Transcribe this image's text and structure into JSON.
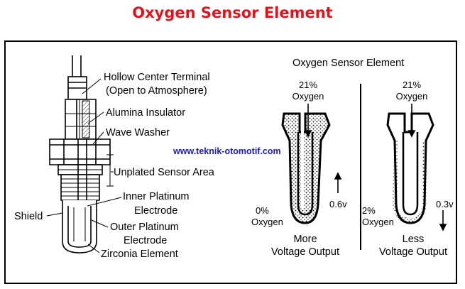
{
  "title": "Oxygen Sensor Element",
  "watermark": "www.teknik-otomotif.com",
  "left": {
    "labels": {
      "hollow_center_terminal": "Hollow Center Terminal",
      "open_to_atmosphere": "(Open to Atmosphere)",
      "alumina_insulator": "Alumina Insulator",
      "wave_washer": "Wave Washer",
      "unplated_sensor_area": "Unplated Sensor Area",
      "inner_platinum_1": "Inner Platinum",
      "inner_platinum_2": "Electrode",
      "outer_platinum_1": "Outer Platinum",
      "outer_platinum_2": "Electrode",
      "zirconia_element": "Zirconia Element",
      "shield": "Shield"
    }
  },
  "right": {
    "heading": "Oxygen Sensor Element",
    "rich": {
      "top_pct": "21%",
      "top_gas": "Oxygen",
      "bottom_pct": "0%",
      "bottom_gas": "Oxygen",
      "voltage": "0.6v",
      "caption_1": "More",
      "caption_2": "Voltage Output"
    },
    "lean": {
      "top_pct": "21%",
      "top_gas": "Oxygen",
      "bottom_pct": "2%",
      "bottom_gas": "Oxygen",
      "voltage": "0.3v",
      "caption_1": "Less",
      "caption_2": "Voltage Output"
    }
  }
}
